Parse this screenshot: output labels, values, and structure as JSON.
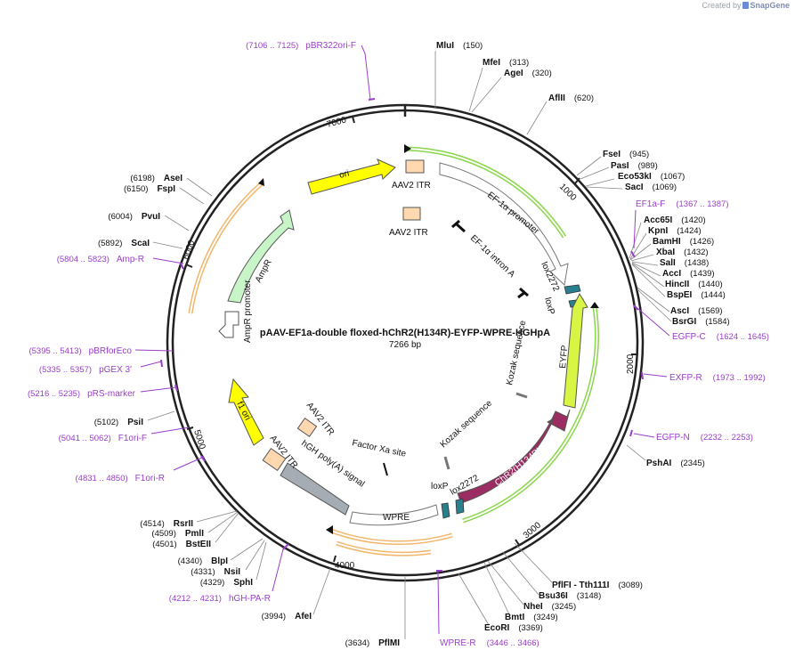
{
  "credit": {
    "prefix": "Created by",
    "brand": "SnapGene"
  },
  "plasmid": {
    "name": "pAAV-EF1a-double floxed-hChR2(H134R)-EYFP-WPRE-HGHpA",
    "size_label": "7266 bp"
  },
  "ticks": [
    {
      "label": "1000",
      "pos": 1000
    },
    {
      "label": "2000",
      "pos": 2000
    },
    {
      "label": "3000",
      "pos": 3000
    },
    {
      "label": "4000",
      "pos": 4000
    },
    {
      "label": "5000",
      "pos": 5000
    },
    {
      "label": "6000",
      "pos": 6000
    },
    {
      "label": "7000",
      "pos": 7000
    }
  ],
  "sites": [
    {
      "name": "MluI",
      "pos": "(150)",
      "side": "top",
      "order": "name-first"
    },
    {
      "name": "MfeI",
      "pos": "(313)",
      "side": "top",
      "order": "name-first"
    },
    {
      "name": "AgeI",
      "pos": "(320)",
      "side": "top",
      "order": "name-first"
    },
    {
      "name": "AflII",
      "pos": "(620)",
      "side": "top",
      "order": "name-first"
    },
    {
      "name": "FseI",
      "pos": "(945)",
      "side": "right",
      "order": "name-first"
    },
    {
      "name": "PasI",
      "pos": "(989)",
      "side": "right",
      "order": "name-first"
    },
    {
      "name": "Eco53kI",
      "pos": "(1067)",
      "side": "right",
      "order": "name-first"
    },
    {
      "name": "SacI",
      "pos": "(1069)",
      "side": "right",
      "order": "name-first"
    },
    {
      "name": "Acc65I",
      "pos": "(1420)",
      "side": "right",
      "order": "name-first"
    },
    {
      "name": "KpnI",
      "pos": "(1424)",
      "side": "right",
      "order": "name-first"
    },
    {
      "name": "BamHI",
      "pos": "(1426)",
      "side": "right",
      "order": "name-first"
    },
    {
      "name": "XbaI",
      "pos": "(1432)",
      "side": "right",
      "order": "name-first"
    },
    {
      "name": "SalI",
      "pos": "(1438)",
      "side": "right",
      "order": "name-first"
    },
    {
      "name": "AccI",
      "pos": "(1439)",
      "side": "right",
      "order": "name-first"
    },
    {
      "name": "HincII",
      "pos": "(1440)",
      "side": "right",
      "order": "name-first"
    },
    {
      "name": "BspEI",
      "pos": "(1444)",
      "side": "right",
      "order": "name-first"
    },
    {
      "name": "AscI",
      "pos": "(1569)",
      "side": "right",
      "order": "name-first"
    },
    {
      "name": "BsrGI",
      "pos": "(1584)",
      "side": "right",
      "order": "name-first"
    },
    {
      "name": "PshAI",
      "pos": "(2345)",
      "side": "right",
      "order": "name-first"
    },
    {
      "name": "PflFI - Tth111I",
      "pos": "(3089)",
      "side": "right",
      "order": "name-first"
    },
    {
      "name": "Bsu36I",
      "pos": "(3148)",
      "side": "right",
      "order": "name-first"
    },
    {
      "name": "NheI",
      "pos": "(3245)",
      "side": "right",
      "order": "name-first"
    },
    {
      "name": "BmtI",
      "pos": "(3249)",
      "side": "right",
      "order": "name-first"
    },
    {
      "name": "EcoRI",
      "pos": "(3369)",
      "side": "right",
      "order": "name-first"
    },
    {
      "name": "PflMI",
      "pos": "(3634)",
      "side": "left",
      "order": "pos-first"
    },
    {
      "name": "AfeI",
      "pos": "(3994)",
      "side": "left",
      "order": "pos-first"
    },
    {
      "name": "SphI",
      "pos": "(4329)",
      "side": "left",
      "order": "pos-first"
    },
    {
      "name": "NsiI",
      "pos": "(4331)",
      "side": "left",
      "order": "pos-first"
    },
    {
      "name": "BlpI",
      "pos": "(4340)",
      "side": "left",
      "order": "pos-first"
    },
    {
      "name": "BstEII",
      "pos": "(4501)",
      "side": "left",
      "order": "pos-first"
    },
    {
      "name": "PmlI",
      "pos": "(4509)",
      "side": "left",
      "order": "pos-first"
    },
    {
      "name": "RsrII",
      "pos": "(4514)",
      "side": "left",
      "order": "pos-first"
    },
    {
      "name": "PsiI",
      "pos": "(5102)",
      "side": "left",
      "order": "pos-first"
    },
    {
      "name": "ScaI",
      "pos": "(5892)",
      "side": "left",
      "order": "pos-first"
    },
    {
      "name": "PvuI",
      "pos": "(6004)",
      "side": "left",
      "order": "pos-first"
    },
    {
      "name": "FspI",
      "pos": "(6150)",
      "side": "left",
      "order": "pos-first"
    },
    {
      "name": "AseI",
      "pos": "(6198)",
      "side": "left",
      "order": "pos-first"
    }
  ],
  "primers": [
    {
      "name": "pBR322ori-F",
      "range": "(7106 .. 7125)",
      "side": "left"
    },
    {
      "name": "EF1a-F",
      "range": "(1367 .. 1387)",
      "side": "right"
    },
    {
      "name": "EGFP-C",
      "range": "(1624 .. 1645)",
      "side": "right"
    },
    {
      "name": "EXFP-R",
      "range": "(1973 .. 1992)",
      "side": "right"
    },
    {
      "name": "EGFP-N",
      "range": "(2232 .. 2253)",
      "side": "right"
    },
    {
      "name": "WPRE-R",
      "range": "(3446 .. 3466)",
      "side": "right"
    },
    {
      "name": "hGH-PA-R",
      "range": "(4212 .. 4231)",
      "side": "left"
    },
    {
      "name": "F1ori-R",
      "range": "(4831 .. 4850)",
      "side": "left"
    },
    {
      "name": "F1ori-F",
      "range": "(5041 .. 5062)",
      "side": "left"
    },
    {
      "name": "pRS-marker",
      "range": "(5216 .. 5235)",
      "side": "left"
    },
    {
      "name": "pGEX 3'",
      "range": "(5335 .. 5357)",
      "side": "left"
    },
    {
      "name": "pBRforEco",
      "range": "(5395 .. 5413)",
      "side": "left"
    },
    {
      "name": "Amp-R",
      "range": "(5804 .. 5823)",
      "side": "left"
    }
  ],
  "features": [
    {
      "name": "ori",
      "color": "#ffff00"
    },
    {
      "name": "AAV2 ITR",
      "color": "#ffd8b0"
    },
    {
      "name": "AAV2 ITR",
      "color": "#ffd8b0"
    },
    {
      "name": "EF-1α promoter",
      "color": "#ffffff"
    },
    {
      "name": "EF-1α intron A",
      "color": "#111111"
    },
    {
      "name": "lox2272",
      "color": "#2a7f8f"
    },
    {
      "name": "loxP",
      "color": "#2a7f8f"
    },
    {
      "name": "Kozak sequence",
      "color": "#888888"
    },
    {
      "name": "EYFP",
      "color": "#d7f542"
    },
    {
      "name": "ChR2(H134R)",
      "color": "#9b2d63"
    },
    {
      "name": "Kozak sequence",
      "color": "#888888"
    },
    {
      "name": "lox2272",
      "color": "#2a7f8f"
    },
    {
      "name": "loxP",
      "color": "#2a7f8f"
    },
    {
      "name": "WPRE",
      "color": "#ffffff"
    },
    {
      "name": "Factor Xa site",
      "color": "#111111"
    },
    {
      "name": "hGH poly(A) signal",
      "color": "#a6acb3"
    },
    {
      "name": "AAV2 ITR",
      "color": "#ffd8b0"
    },
    {
      "name": "AAV2 ITR",
      "color": "#ffd8b0"
    },
    {
      "name": "f1 ori",
      "color": "#ffff00"
    },
    {
      "name": "AmpR",
      "color": "#c8f5c8"
    },
    {
      "name": "AmpR promoter",
      "color": "#ffffff"
    }
  ],
  "colors": {
    "backbone": "#222222",
    "primer": "#9a3fc8",
    "orf_outline": "#f2b56a",
    "green_outline": "#8ad64a"
  }
}
